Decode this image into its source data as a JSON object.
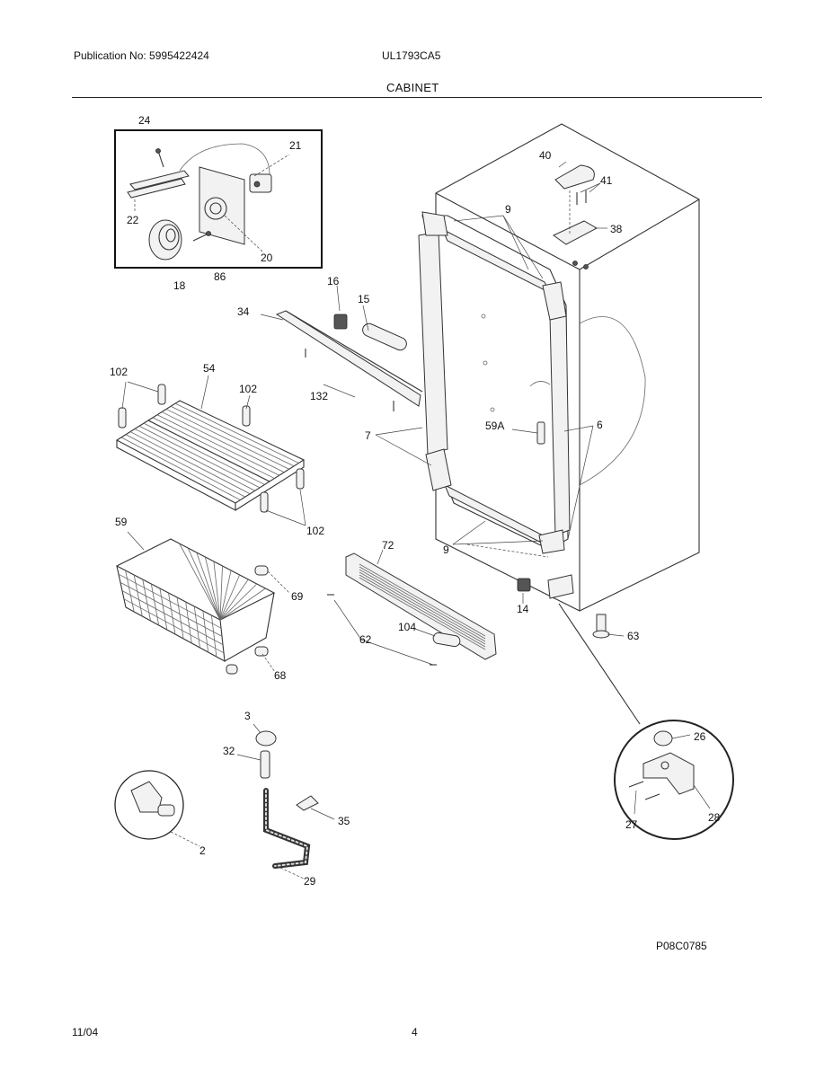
{
  "header": {
    "publication": "Publication No: 5995422424",
    "model": "UL1793CA5",
    "section": "CABINET"
  },
  "footer": {
    "reference": "P08C0785",
    "date": "11/04",
    "page": "4"
  },
  "callouts": {
    "c24": "24",
    "c21": "21",
    "c22": "22",
    "c20": "20",
    "c18": "18",
    "c86": "86",
    "c16": "16",
    "c15": "15",
    "c34": "34",
    "c132": "132",
    "c102a": "102",
    "c54": "54",
    "c102b": "102",
    "c102c": "102",
    "c40": "40",
    "c41": "41",
    "c38": "38",
    "c9a": "9",
    "c9b": "9",
    "c7": "7",
    "c59A": "59A",
    "c6": "6",
    "c59": "59",
    "c69": "69",
    "c68": "68",
    "c72": "72",
    "c104": "104",
    "c62": "62",
    "c14": "14",
    "c63": "63",
    "c3": "3",
    "c32": "32",
    "c2": "2",
    "c35": "35",
    "c29": "29",
    "c26": "26",
    "c27": "27",
    "c28": "28"
  }
}
